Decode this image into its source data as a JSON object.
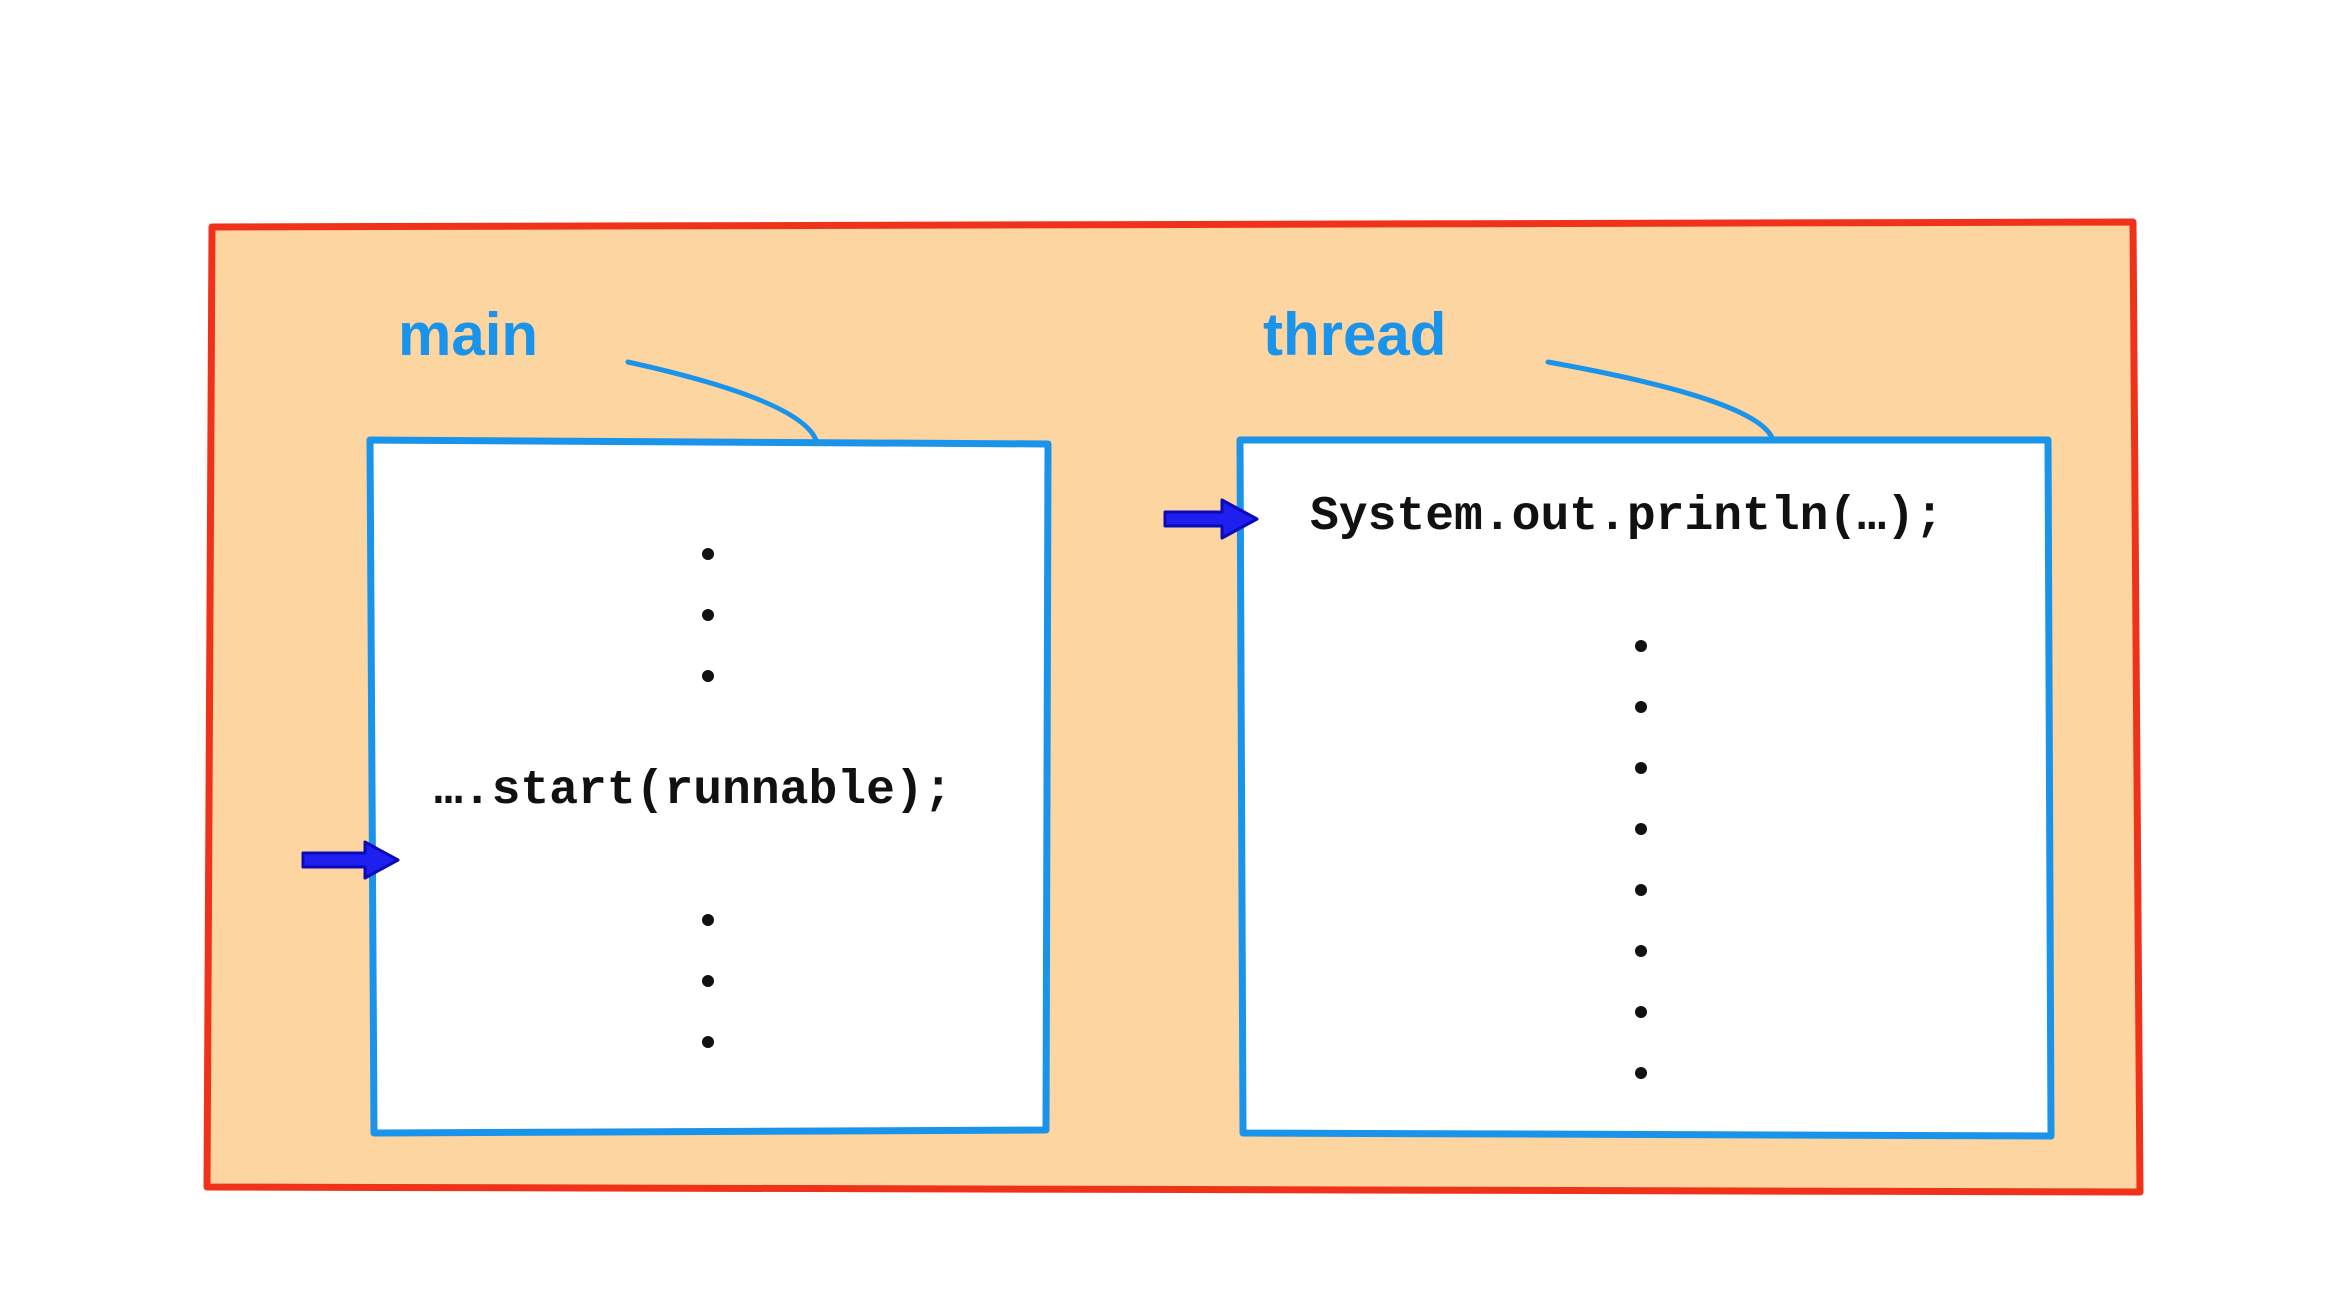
{
  "colors": {
    "process_border": "#f0321a",
    "process_fill": "#fdd5a0",
    "thread_border": "#1a93ea",
    "label_text": "#1a93ea",
    "pointer_arrow": "#1f1ff0",
    "code_text": "#111111"
  },
  "main_thread": {
    "label": "main",
    "code_line": "….start(runnable);",
    "dots_above": 3,
    "dots_below": 3
  },
  "second_thread": {
    "label": "thread",
    "code_line": "System.out.println(…);",
    "dots_below": 8
  },
  "icons": [
    "pointer-arrow-icon",
    "pointer-arrow-icon"
  ]
}
